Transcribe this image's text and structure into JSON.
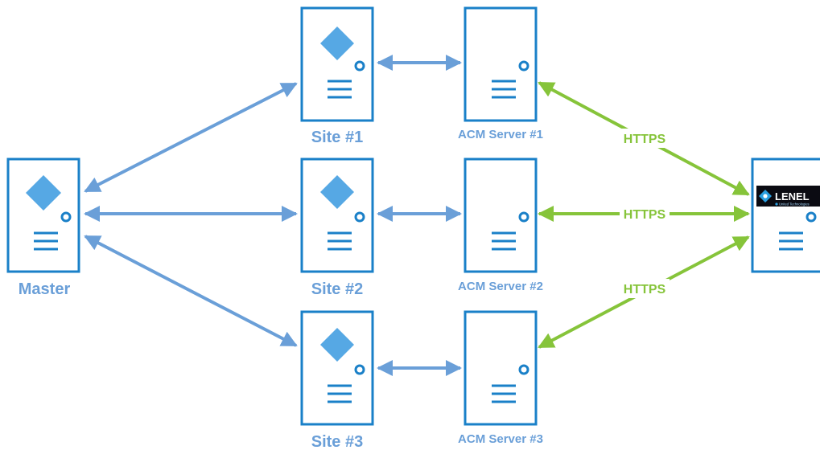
{
  "colors": {
    "server_outline": "#1a80c8",
    "diamond": "#56a8e4",
    "link_blue": "#6a9fd8",
    "link_green": "#86c43a",
    "label_blue": "#6a9fd8",
    "label_green": "#86c43a"
  },
  "nodes": {
    "master": {
      "label": "Master"
    },
    "site1": {
      "label": "Site #1"
    },
    "site2": {
      "label": "Site #2"
    },
    "site3": {
      "label": "Site #3"
    },
    "acm1": {
      "label": "ACM Server #1"
    },
    "acm2": {
      "label": "ACM Server #2"
    },
    "acm3": {
      "label": "ACM Server #3"
    },
    "lenel": {
      "logo_text": "LENEL",
      "logo_subtext": "United Technologies"
    }
  },
  "links": {
    "https_label": "HTTPS"
  }
}
